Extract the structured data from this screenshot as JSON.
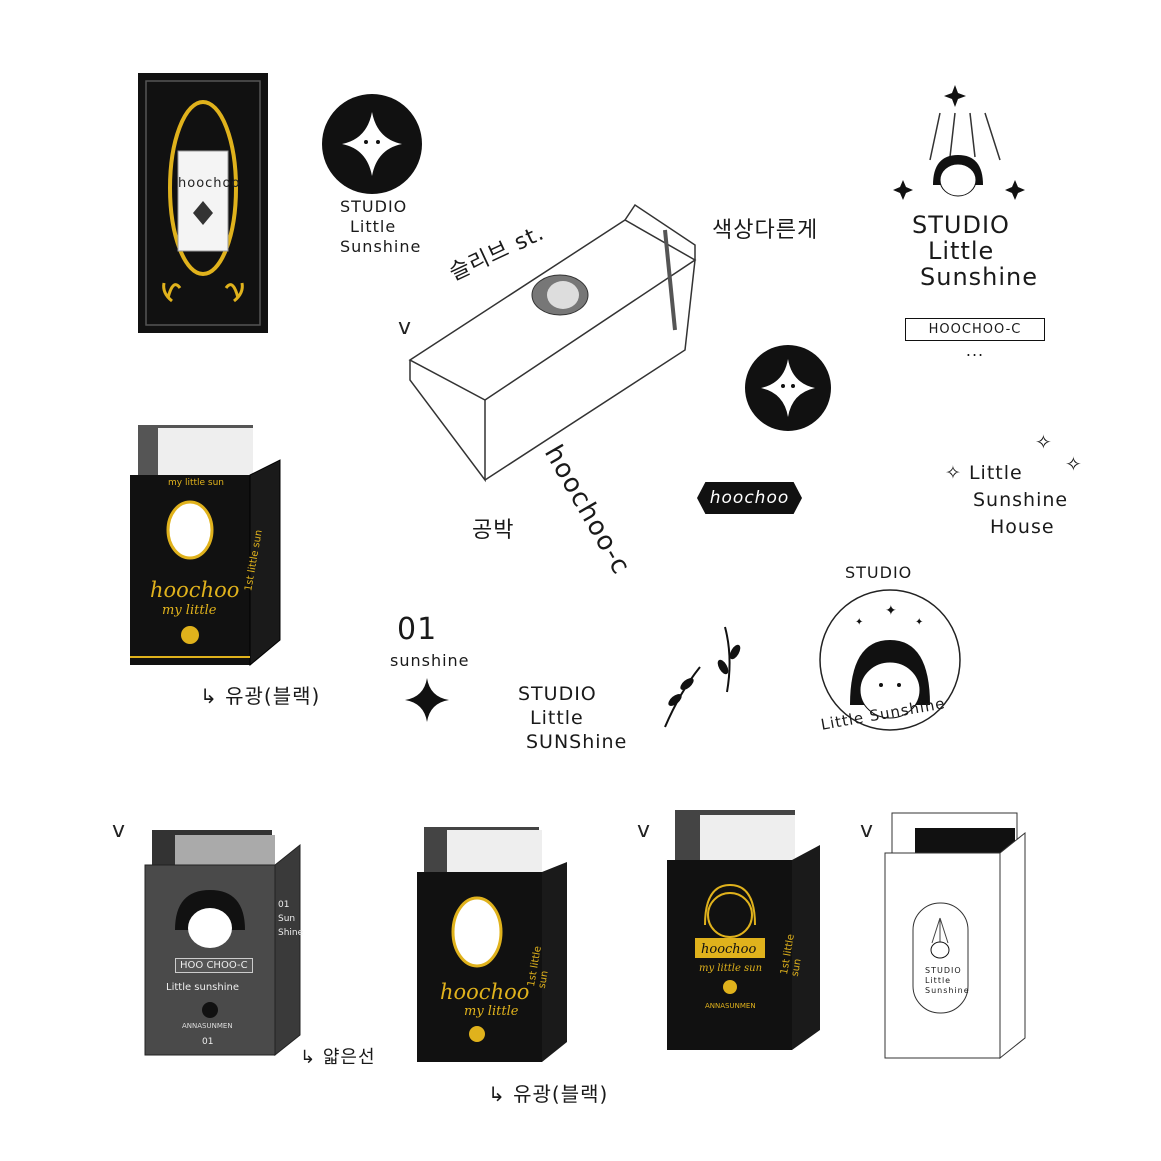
{
  "colors": {
    "ink": "#1a1a1a",
    "gold": "#e0b21c",
    "grey_box": "#4a4a4a",
    "paper": "#ffffff"
  },
  "logos": {
    "studio_small": [
      "STUDIO",
      "Little",
      "Sunshine"
    ],
    "studio_large": [
      "STUDIO",
      "Little",
      "Sunshine"
    ],
    "studio_mid": [
      "STUDIO",
      "Little",
      "SUNShine"
    ],
    "ribbon_text": "HOOCHOO-C",
    "ribbon_dots": "...",
    "little_house": [
      "Little",
      "Sunshine",
      "House"
    ],
    "round_top": "STUDIO",
    "round_bottom": "Little Sunshine",
    "hoochoo_badge": "hoochoo",
    "sunshine_number": "01",
    "sunshine_word": "sunshine"
  },
  "sketch": {
    "label_top_left": "슬리브 st.",
    "label_top_right": "색상다른게",
    "label_bottom_left": "공박",
    "side_text": "hoochoo-c",
    "check": "v"
  },
  "cards": {
    "top_card_small": "hoochoo",
    "black_box": {
      "side": "1st little sun",
      "top": "my little sun",
      "title": "hoochoo",
      "sub": "my little"
    },
    "black_box_note": "유광(블랙)",
    "grey_box": {
      "ribbon": "HOO CHOO-C",
      "line1": "Little sunshine",
      "line2": "ANNASUNMEN",
      "num": "01",
      "side": [
        "01",
        "Sun",
        "Shine"
      ],
      "note": "얇은선"
    },
    "black_box2": {
      "title": "hoochoo",
      "sub": "my little",
      "side": "1st little sun",
      "note": "유광(블랙)"
    },
    "gold_face_box": {
      "ribbon": "hoochoo",
      "sub": "my little sun",
      "line": "ANNASUNMEN",
      "side": "1st little sun"
    },
    "white_box": [
      "STUDIO",
      "Little",
      "Sunshine"
    ]
  }
}
